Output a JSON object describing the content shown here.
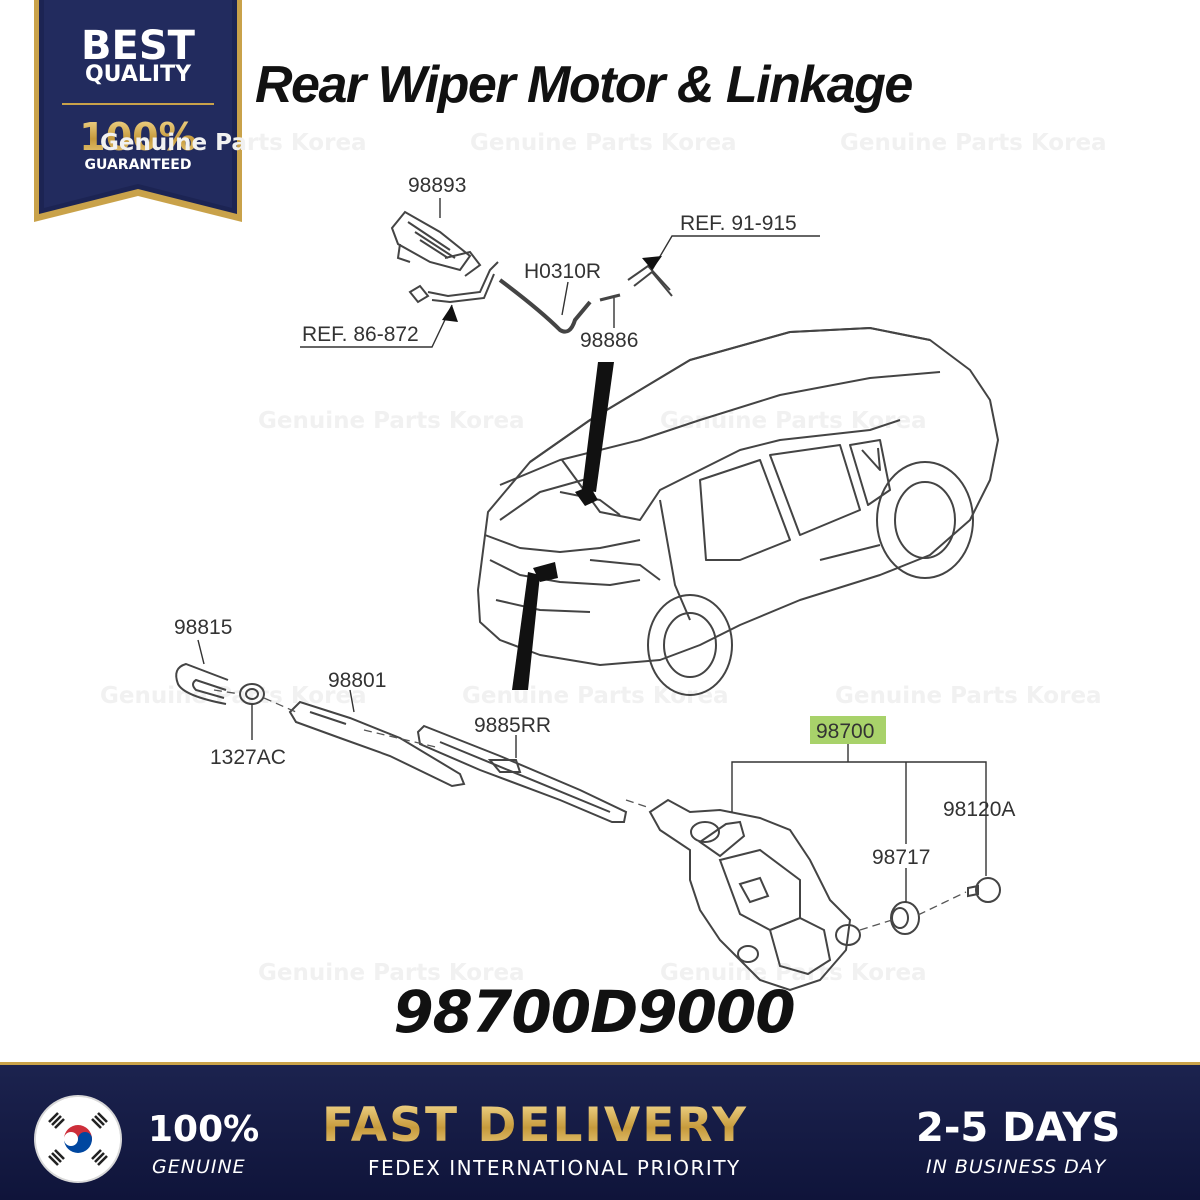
{
  "badge": {
    "line1": "BEST",
    "line2": "QUALITY",
    "line3": "100%",
    "line4": "GUARANTEED",
    "colors": {
      "navy": "#1c2453",
      "gold": "#c9a24a"
    }
  },
  "title": "Rear Wiper Motor & Linkage",
  "watermark": "Genuine Parts Korea",
  "diagram_labels": {
    "p98893": "98893",
    "ref91": "REF. 91-915",
    "h0310r": "H0310R",
    "ref86": "REF. 86-872",
    "p98886": "98886",
    "p98815": "98815",
    "p98801": "98801",
    "p1327ac": "1327AC",
    "p9885rr": "9885RR",
    "p98700": "98700",
    "p98120a": "98120A",
    "p98717": "98717"
  },
  "highlight_color": "#a8d26a",
  "part_number": "98700D9000",
  "footer": {
    "genuine_pct": "100%",
    "genuine_label": "GENUINE",
    "delivery_title": "FAST DELIVERY",
    "delivery_sub": "FEDEX INTERNATIONAL PRIORITY",
    "days": "2-5 DAYS",
    "days_sub": "IN BUSINESS DAY",
    "colors": {
      "background": "#161d47",
      "gold": "#d8b35c"
    }
  },
  "icons": [
    "korea-flag-icon",
    "best-quality-badge-icon"
  ]
}
